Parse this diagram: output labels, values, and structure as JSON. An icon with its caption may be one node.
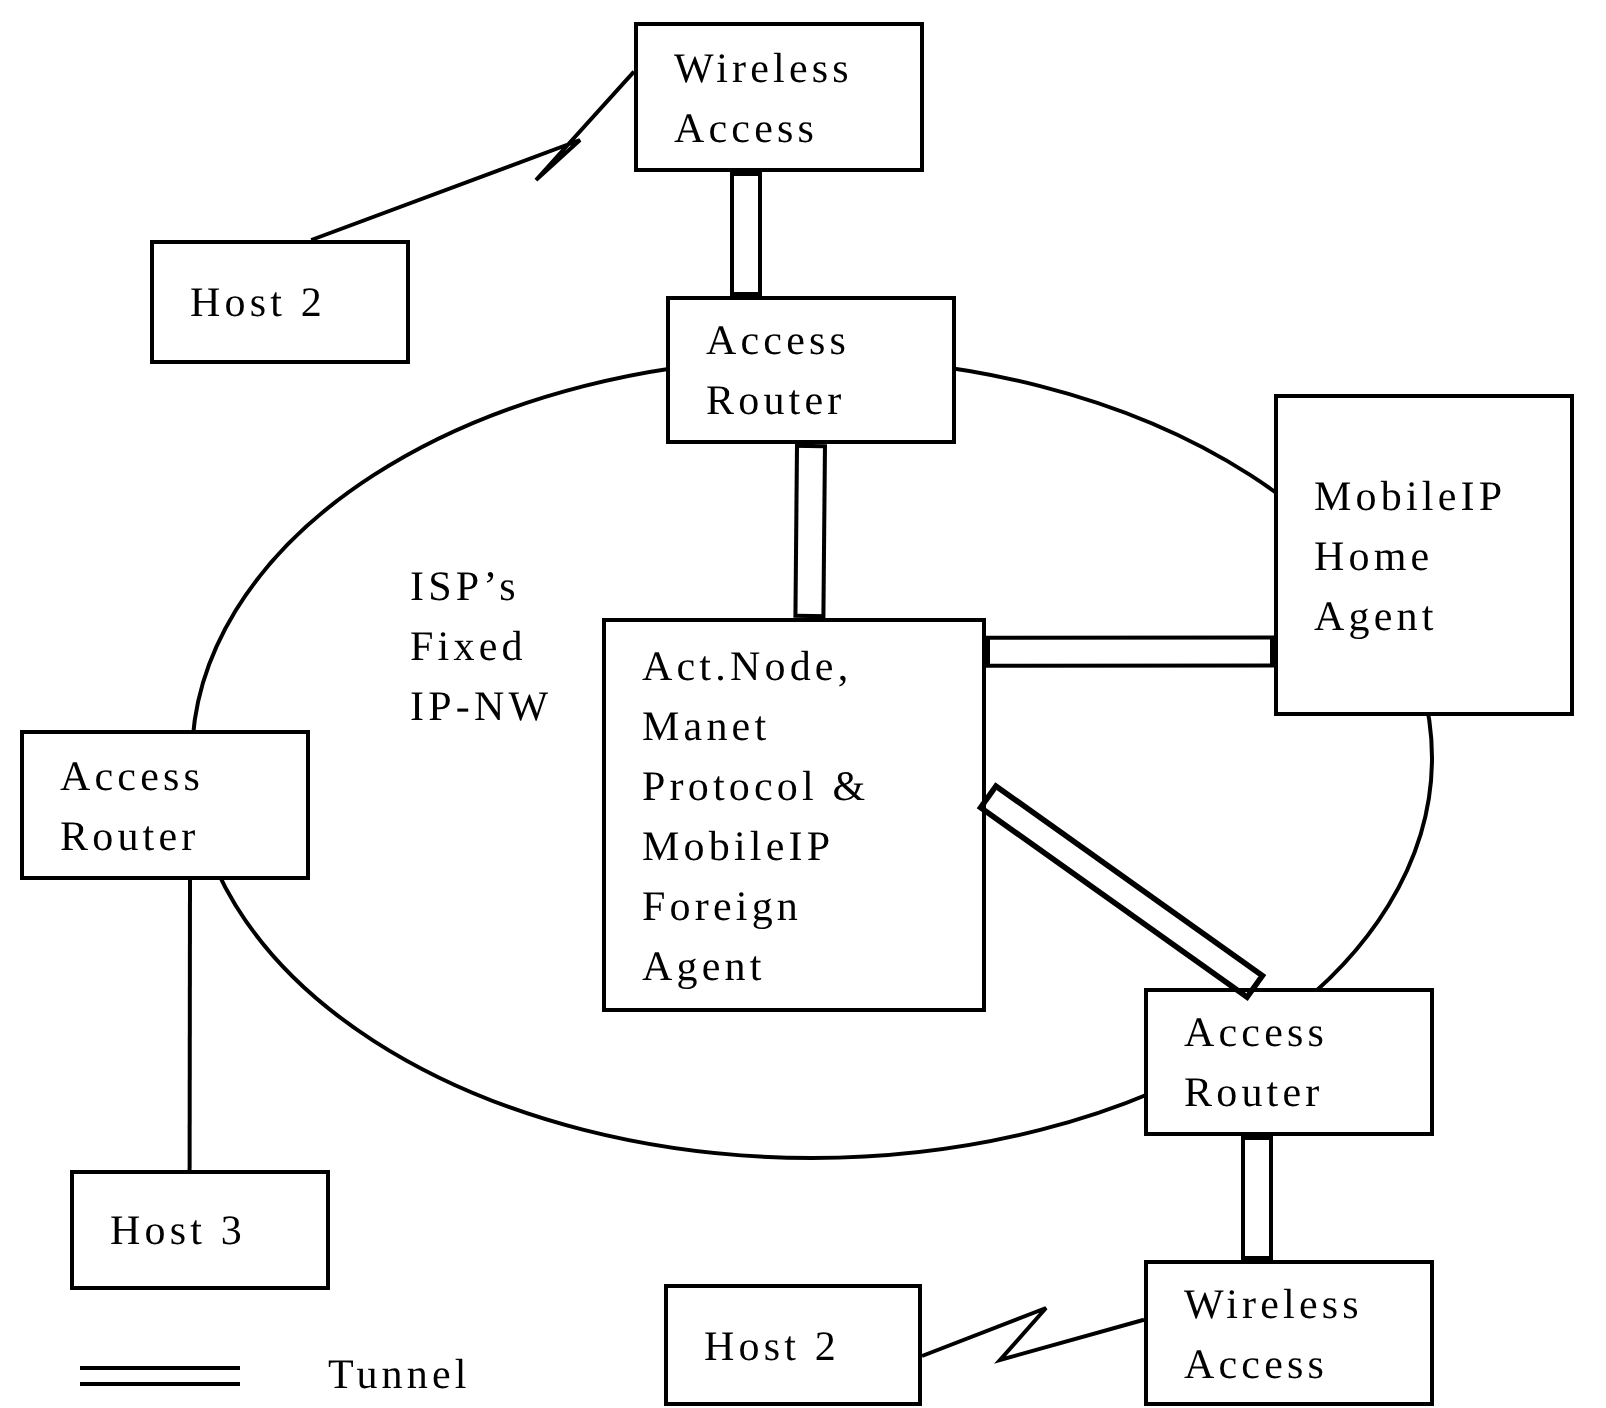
{
  "diagram": {
    "nodes": [
      {
        "text": [
          "ISP’s Fixed IP-NW"
        ]
      },
      {
        "text": [
          "Wireless Access"
        ]
      },
      {
        "text": [
          "Host 2"
        ]
      },
      {
        "text": [
          "Access Router"
        ]
      },
      {
        "text": [
          "MobileIP Home Agent"
        ]
      },
      {
        "text": [
          "Act.Node, Manet Protocol & MobileIP Foreign Agent"
        ],
        "in": 0
      },
      {
        "text": [
          "Access Router"
        ]
      },
      {
        "text": [
          "Access Router"
        ]
      },
      {
        "text": [
          "Host 3"
        ]
      },
      {
        "text": [
          "Host 2"
        ]
      },
      {
        "text": [
          "Wireless Access"
        ]
      }
    ],
    "edges": [
      {
        "from": 2,
        "to": 1,
        "arrow": "none"
      },
      {
        "from": 1,
        "to": 3,
        "arrow": "none"
      },
      {
        "from": 3,
        "to": 5,
        "arrow": "none"
      },
      {
        "from": 5,
        "to": 4,
        "arrow": "none"
      },
      {
        "from": 5,
        "to": 7,
        "arrow": "none"
      },
      {
        "from": 6,
        "to": 8,
        "arrow": "none"
      },
      {
        "from": 7,
        "to": 10,
        "arrow": "none"
      },
      {
        "from": 9,
        "to": 10,
        "arrow": "none"
      }
    ],
    "legend": [
      {
        "text": "Tunnel"
      }
    ]
  }
}
